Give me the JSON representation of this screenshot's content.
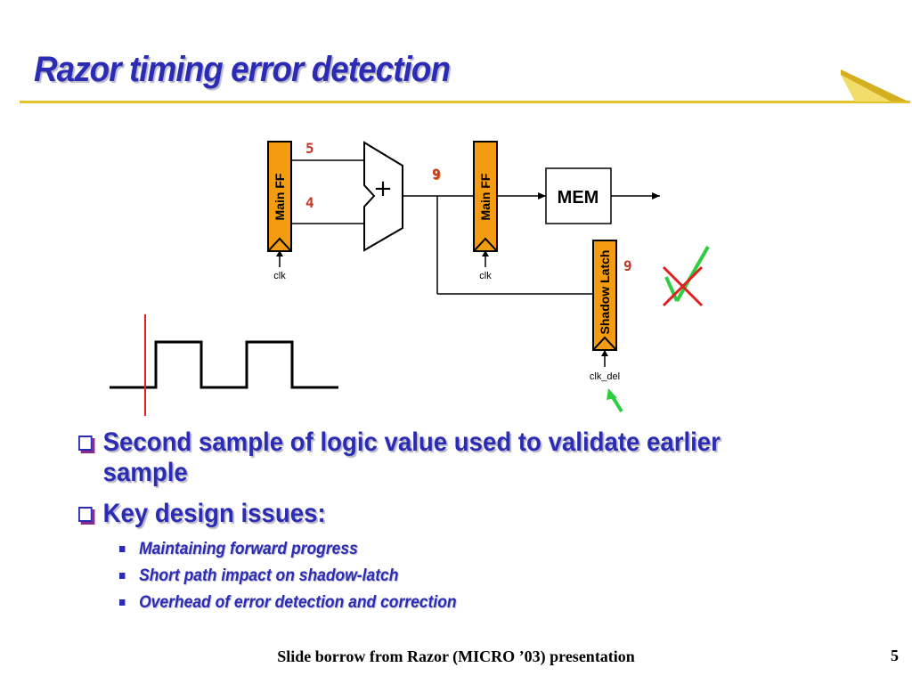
{
  "slide": {
    "title": "Razor timing error detection",
    "page_number": "5",
    "footer": "Slide borrow from Razor (MICRO ’03) presentation"
  },
  "diagram": {
    "main_ff_left_label": "Main FF",
    "main_ff_right_label": "Main FF",
    "shadow_latch_label": "Shadow Latch",
    "mem_label": "MEM",
    "adder_symbol": "+",
    "input_top_value": "5",
    "input_bottom_value": "4",
    "sum_value_red": "9",
    "sum_value_orange": "9",
    "shadow_value": "9",
    "clk_left": "clk",
    "clk_right": "clk",
    "clk_del": "clk_del"
  },
  "bullets": [
    {
      "text": "Second sample of logic value used to validate earlier sample"
    },
    {
      "text": "Key design issues:"
    }
  ],
  "sub_bullets": [
    {
      "text": "Maintaining forward progress"
    },
    {
      "text": "Short path impact on shadow-latch"
    },
    {
      "text": "Overhead of error detection and correction"
    }
  ],
  "colors": {
    "title_blue": "#2b2bb3",
    "ff_orange": "#f39c12",
    "value_red": "#c0392b",
    "check_green": "#2ecc40",
    "accent_gold": "#e7c12a"
  }
}
